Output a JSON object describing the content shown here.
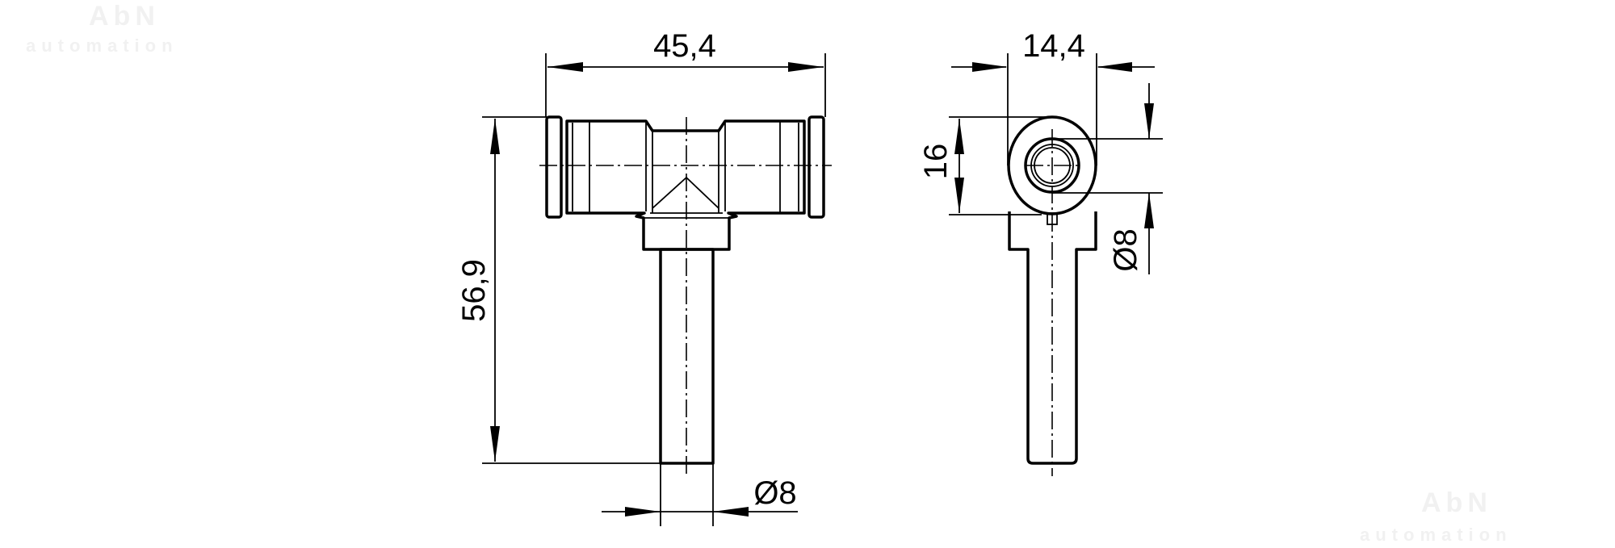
{
  "watermark": {
    "line1": "AbN",
    "line2": "automation"
  },
  "front_view": {
    "width_dim": "45,4",
    "height_dim": "56,9",
    "stem_diameter_dim": "Ø8"
  },
  "side_view": {
    "width_dim": "14,4",
    "height_dim": "16",
    "port_diameter_dim": "Ø8"
  }
}
